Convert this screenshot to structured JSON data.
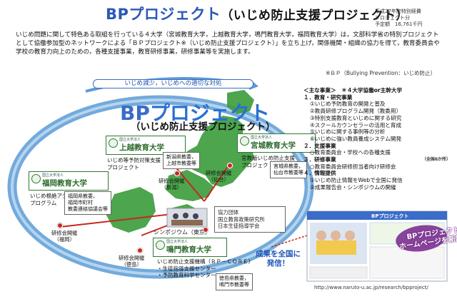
{
  "header": {
    "title_bp": "BP",
    "title_main": "プロジェクト",
    "title_sub": "（いじめ防止支援プロジェクト）",
    "budget": [
      "平成27年度特別経費",
      "プロジェクト分",
      "予定額　16,761千円"
    ]
  },
  "intro": {
    "text": "いじめ問題に関して特色ある取組を行っている４大学（宮城教育大学，上越教育大学，鳴門教育大学，福岡教育大学）は，文部科学省の特別プロジェクトとして協働参加型のネットワークによる「ＢＰプロジェクト※（いじめ防止支援プロジェクト）」を立ち上げ，関係機関・組織の協力を得て，教育委員会や学校の教育力向上のための，各種支援事業，教育研修事業，研修事業等を実施します。",
    "note": "※ＢＰ（Bullying Prevention：いじめ防止）"
  },
  "banner": {
    "text": "いじめ減少，いじめへの適切な対処"
  },
  "diagram": {
    "title_bp": "BP",
    "title_main": "プロジェクト",
    "subtitle": "（いじめ防止支援プロジェクト）",
    "universities": {
      "joetsu": {
        "small": "国立大学法人",
        "name": "上越教育大学",
        "activity": [
          "いじめ等予防対策支援",
          "プロジェクト"
        ]
      },
      "miyagi": {
        "small": "国立大学法人",
        "name": "宮城教育大学",
        "activity": [
          "宮教版いじめ防止支援",
          "プロジェクト"
        ]
      },
      "fukuoka": {
        "small": "国立大学法人",
        "name": "福岡教育大学",
        "activity": [
          "いじめ根絶アクション",
          "プログラム"
        ]
      },
      "naruto": {
        "small": "国立大学法人",
        "name": "鳴門教育大学",
        "activity": [
          "いじめ防止支援機構（ＢＰ－ＣＯＲＥ）",
          "・生徒指導支援センター",
          "・予防教育科学センター"
        ]
      }
    },
    "edu_boards": {
      "niigata": [
        "新潟県教委，",
        "上越市教委等"
      ],
      "miyagi": [
        "宮城県教委，",
        "仙台市教委等"
      ],
      "fukuoka": [
        "福岡県教委，",
        "福岡市町村",
        "教委連絡協議会等"
      ],
      "tokushima": [
        "徳島県教委，",
        "鳴門市教委等"
      ]
    },
    "events": {
      "niigata": [
        "研修会開催",
        "（新潟）"
      ],
      "sendai": [
        "研修会開催",
        "（仙台）"
      ],
      "fukuoka": [
        "研修会開催",
        "（福岡）"
      ],
      "tokushima": [
        "研修会開催",
        "（徳島）"
      ],
      "symposium": "シンポジウム（東京）"
    },
    "cooperation": {
      "title": "協力団体",
      "orgs": [
        "国立教育政策研究所",
        "日本生徒指導学会"
      ]
    },
    "spread": [
      "成果を全国に",
      "発信！"
    ]
  },
  "main_work": {
    "heading": "＜主な事業＞　＊４大学協働or主幹大学",
    "items": [
      {
        "level": 1,
        "text": "１．教育・研究事業"
      },
      {
        "level": 2,
        "text": "①いじめ予防教育の開発と普及"
      },
      {
        "level": 2,
        "text": "②教員研修プログラム開発（教委用）"
      },
      {
        "level": 2,
        "text": "③特別支援教育といじめに関する研究"
      },
      {
        "level": 2,
        "text": "④スクールカウンセラーの活用と育成"
      },
      {
        "level": 2,
        "text": "⑤いじめに関する事例等の分析"
      },
      {
        "level": 2,
        "text": "⑥いじめに強い教員養成システム開発"
      },
      {
        "level": 1,
        "text": "２．支援事業"
      },
      {
        "level": 2,
        "text": "○教育委員会・学校への各種支援"
      },
      {
        "level": 1,
        "text": "３．研修事業",
        "note": "（全国6か所）"
      },
      {
        "level": 2,
        "text": "○教育委員会研修担当者向け研修会"
      },
      {
        "level": 1,
        "text": "４．情報提供"
      },
      {
        "level": 2,
        "text": "①いじめ防止情報をWebで全国に発信"
      },
      {
        "level": 2,
        "text": "②成果報告会・シンポジウムの開催"
      }
    ]
  },
  "homepage": {
    "site_title": "BPプロジェクト",
    "callout": [
      "BPプロジェクト",
      "ホームページを新開設"
    ],
    "url": "http://www.naruto-u.ac.jp/research/bpproject/"
  },
  "colors": {
    "title_blue": "#2a58b8",
    "ring_blue": "#5b9bd5",
    "japan_green": "#3e9e3e",
    "arrow_red": "#c8281e",
    "accent_purple": "#6a1f7e"
  }
}
